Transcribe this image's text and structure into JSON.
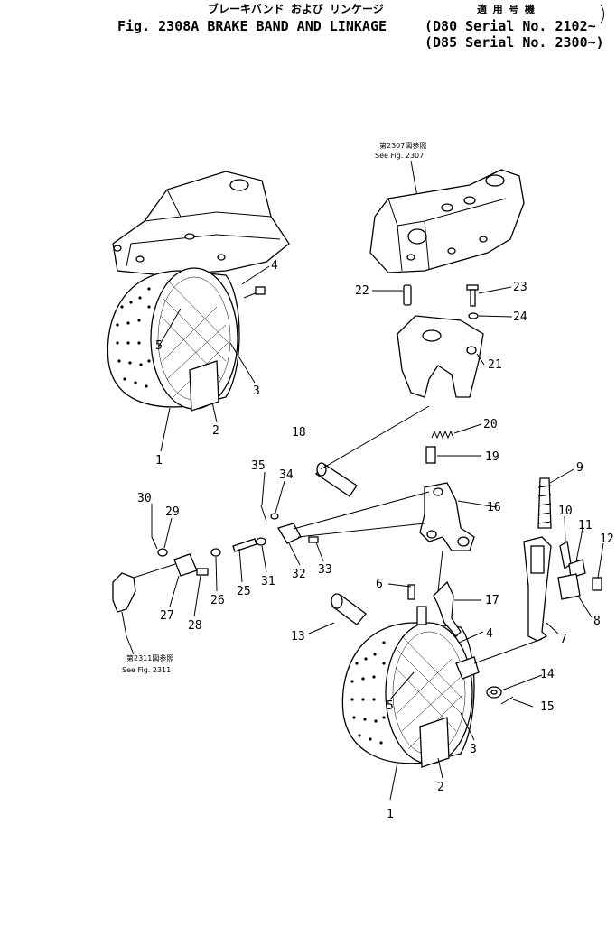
{
  "title": {
    "japanese": "ブレーキバンド および リンケージ",
    "figure": "Fig. 2308A BRAKE BAND AND LINKAGE",
    "applicable_jp": "適 用 号 機",
    "serial_1": "(D80 Serial No. 2102~",
    "serial_2": "(D85 Serial No. 2300~)"
  },
  "references": {
    "top_jp": "第2307図参照",
    "top_en": "See Fig. 2307",
    "bottom_jp": "第2311図参照",
    "bottom_en": "See Fig. 2311"
  },
  "callouts": [
    "1",
    "2",
    "3",
    "4",
    "5",
    "6",
    "7",
    "8",
    "9",
    "10",
    "11",
    "12",
    "13",
    "14",
    "15",
    "16",
    "17",
    "18",
    "19",
    "20",
    "21",
    "22",
    "23",
    "24",
    "25",
    "26",
    "27",
    "28",
    "29",
    "30",
    "31",
    "32",
    "33",
    "34",
    "35"
  ]
}
